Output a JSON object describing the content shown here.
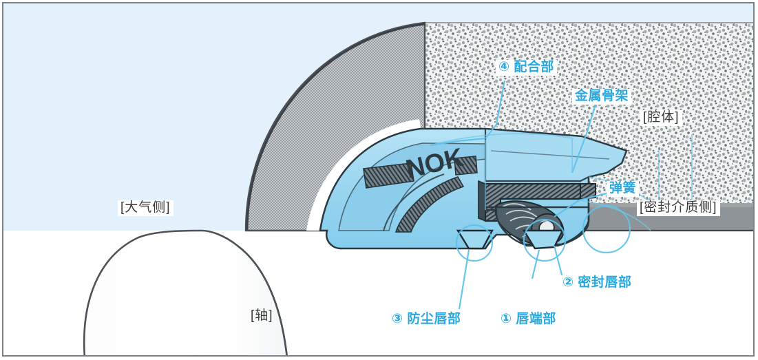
{
  "figure": {
    "title": "NOK oil seal cutaway cross-section diagram",
    "brand_mark": "NOK",
    "frame_border_color": "#7b8189",
    "background_color": "#e2f1fb",
    "accent_color": "#29a8e0",
    "rubber_color": "#9ed8f1",
    "housing_color": "#bfc3c6",
    "shaft_color": "#ffffff",
    "metal_case_color": "#5d6b72",
    "oil_side_band_color": "#8e9497"
  },
  "callouts": {
    "mating_part": {
      "id": "4",
      "marker": "④",
      "label": "④ 配合部"
    },
    "metal_frame": {
      "id": "metal-frame",
      "marker": "",
      "label": "金属骨架"
    },
    "spring": {
      "id": "spring",
      "marker": "",
      "label": "弹簧"
    },
    "seal_lip": {
      "id": "2",
      "marker": "②",
      "label": "② 密封唇部"
    },
    "lip_edge": {
      "id": "1",
      "marker": "①",
      "label": "① 唇端部"
    },
    "dust_lip": {
      "id": "3",
      "marker": "③",
      "label": "③ 防尘唇部"
    }
  },
  "regions": {
    "atmosphere_side": "[大气侧]",
    "cavity": "[腔体]",
    "sealed_medium_side": "[密封介质侧]",
    "shaft": "[轴]"
  }
}
